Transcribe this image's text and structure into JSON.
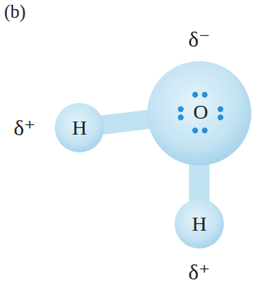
{
  "diagram": {
    "nodes": [
      {
        "text": [
          "δ⁺",
          "H"
        ]
      },
      {
        "text": [
          "δ⁻",
          "O"
        ]
      },
      {
        "text": [
          "H",
          "δ⁺"
        ]
      }
    ],
    "edges": [
      {
        "from": 0,
        "to": 1,
        "arrow": "none"
      },
      {
        "from": 1,
        "to": 2,
        "arrow": "none"
      }
    ],
    "labels": [
      "(b)"
    ]
  }
}
